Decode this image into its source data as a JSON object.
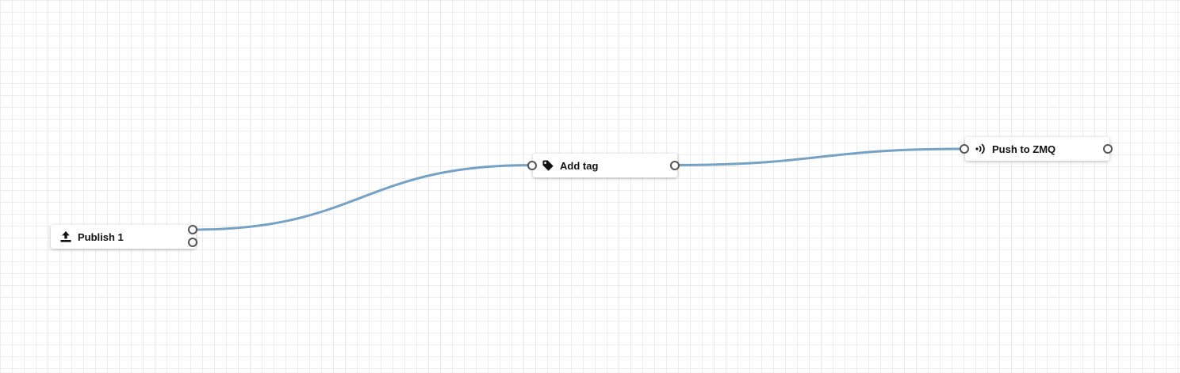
{
  "canvas": {
    "grid": true
  },
  "colors": {
    "wire": "#75a1c4",
    "port_border": "#555555",
    "grid_line": "#ececec"
  },
  "nodes": {
    "publish": {
      "label": "Publish 1",
      "icon": "upload-icon"
    },
    "add_tag": {
      "label": "Add tag",
      "icon": "tag-icon"
    },
    "push_zmq": {
      "label": "Push to ZMQ",
      "icon": "broadcast-icon"
    }
  },
  "connections": [
    {
      "from": "publish",
      "to": "add_tag"
    },
    {
      "from": "add_tag",
      "to": "push_zmq"
    }
  ]
}
